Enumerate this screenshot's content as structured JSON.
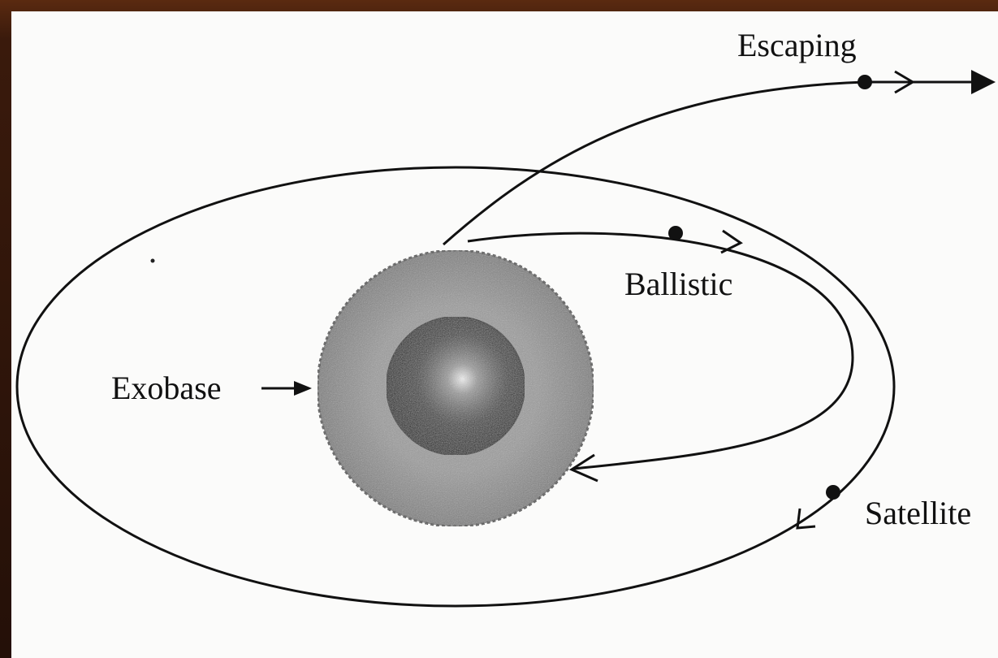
{
  "labels": {
    "escaping": "Escaping",
    "ballistic": "Ballistic",
    "exobase": "Exobase",
    "satellite": "Satellite"
  },
  "colors": {
    "ink": "#111111",
    "paper": "#fbfbfa",
    "exobase_shell": "#8a8a8a",
    "planet_core": "#1a1a1a",
    "frame": "#3a1a0c"
  },
  "icons": {
    "particle": "filled-dot-icon",
    "direction": "arrowhead-icon"
  }
}
